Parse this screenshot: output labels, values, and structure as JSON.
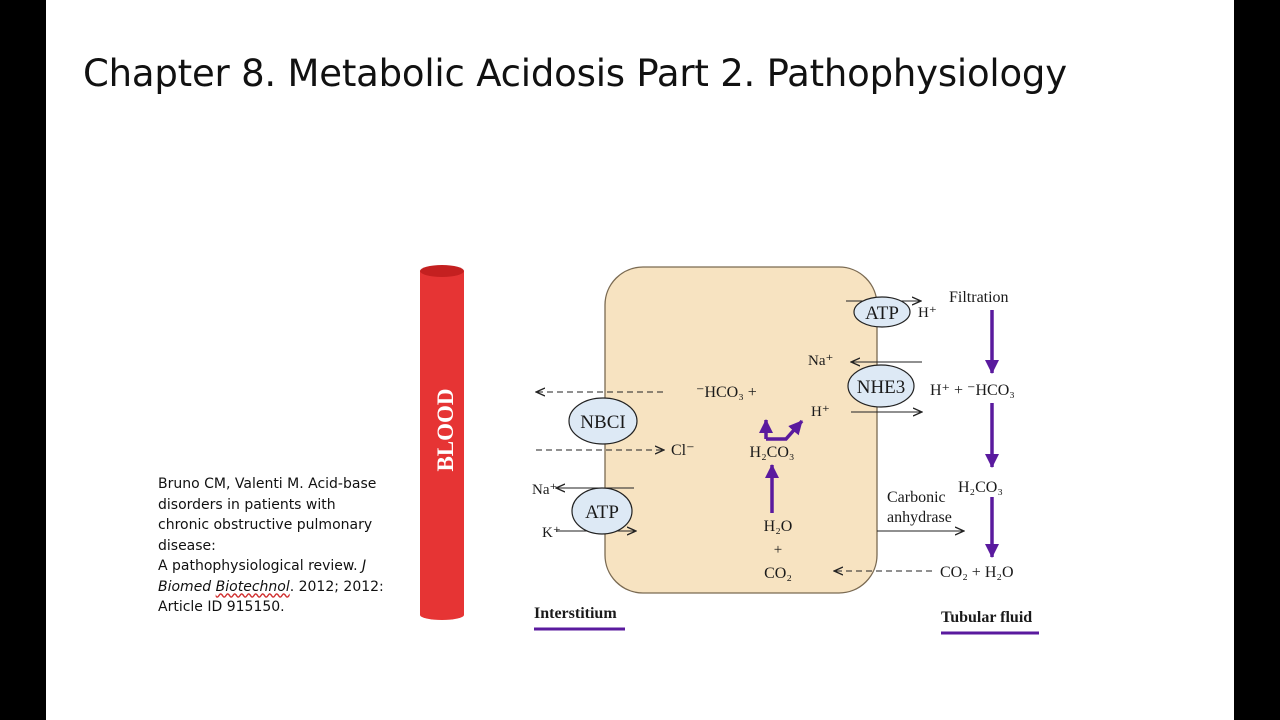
{
  "slide": {
    "title": "Chapter 8. Metabolic Acidosis Part 2. Pathophysiology",
    "citation": {
      "line1": "Bruno CM, Valenti M. Acid-base",
      "line2": "disorders in patients with",
      "line3": "chronic obstructive pulmonary",
      "line4": "disease:",
      "line5": "A pathophysiological review. ",
      "journal_part1": "J",
      "journal_part2a": "Biomed ",
      "journal_part2b": "Biotechnol",
      "line6_rest": ". 2012; 2012:",
      "line7": "Article ID 915150."
    }
  },
  "diagram": {
    "colors": {
      "cell_fill": "#f7e3c1",
      "blood_vessel": "#e63434",
      "transporter_fill": "#dde9f5",
      "transporter_text": "#2a3a78",
      "purple_arrow": "#5a1a9e"
    },
    "blood_label": "BLOOD",
    "transporters": {
      "atp_top": "ATP",
      "nhe3": "NHE3",
      "nbci": "NBCI",
      "atp_bottom": "ATP"
    },
    "labels": {
      "h_plus_top": "H⁺",
      "filtration": "Filtration",
      "na_plus_nhe": "Na⁺",
      "h_plus_hco3_lumen": "H⁺ + ⁻HCO₃",
      "hco3_plus_cell": "⁻HCO₃ +",
      "h_plus_cell": "H⁺",
      "cl_minus": "Cl⁻",
      "h2co3_cell": "H₂CO₃",
      "h2co3_lumen": "H₂CO₃",
      "na_plus_atp": "Na⁺",
      "k_plus_atp": "K⁺",
      "h2o_cell": "H₂O",
      "plus_cell": "+",
      "co2_cell": "CO₂",
      "carbonic": "Carbonic",
      "anhydrase": "anhydrase",
      "co2_h2o_lumen": "CO₂ + H₂O",
      "interstitium": "Interstitium",
      "tubular_fluid": "Tubular fluid"
    }
  }
}
